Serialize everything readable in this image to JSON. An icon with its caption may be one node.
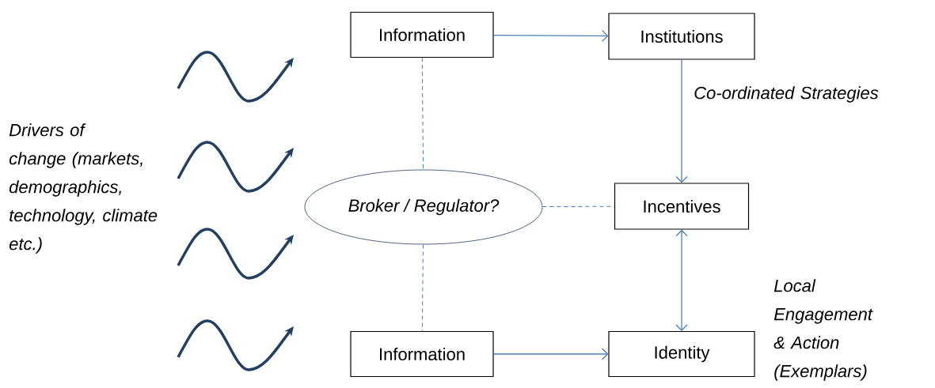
{
  "diagram": {
    "nodes": [
      {
        "text": [
          "Information"
        ]
      },
      {
        "text": [
          "Institutions"
        ]
      },
      {
        "text": [
          "Broker / Regulator?"
        ]
      },
      {
        "text": [
          "Incentives"
        ]
      },
      {
        "text": [
          "Information"
        ]
      },
      {
        "text": [
          "Identity"
        ]
      }
    ],
    "edges": [
      {
        "from": 0,
        "to": 1,
        "arrow": "to"
      },
      {
        "from": 1,
        "to": 3,
        "arrow": "to",
        "label": "Co-ordinated Strategies"
      },
      {
        "from": 0,
        "to": 2,
        "arrow": "none",
        "style": "dashed"
      },
      {
        "from": 2,
        "to": 3,
        "arrow": "none",
        "style": "dashed"
      },
      {
        "from": 2,
        "to": 4,
        "arrow": "none",
        "style": "dashed"
      },
      {
        "from": 3,
        "to": 5,
        "arrow": "both"
      },
      {
        "from": 4,
        "to": 5,
        "arrow": "to"
      }
    ],
    "labels": [
      "Drivers of change (markets, demographics, technology, climate etc.)",
      "Local Engagement & Action (Exemplars)"
    ]
  }
}
